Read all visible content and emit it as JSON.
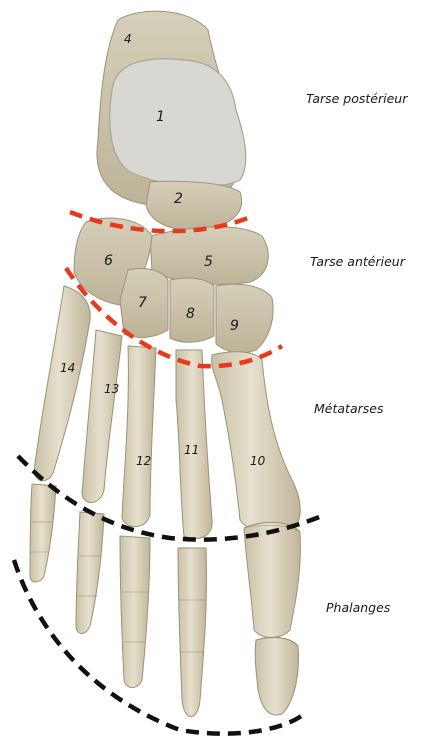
{
  "regions": {
    "tarse_posterieur": "Tarse postérieur",
    "tarse_anterieur": "Tarse antérieur",
    "metatarses": "Métatarses",
    "phalanges": "Phalanges"
  },
  "bones": {
    "b1": "1",
    "b2": "2",
    "b4": "4",
    "b5": "5",
    "b6": "6",
    "b7": "7",
    "b8": "8",
    "b9": "9",
    "b10": "10",
    "b11": "11",
    "b12": "12",
    "b13": "13",
    "b14": "14"
  },
  "colors": {
    "bone": "#ddd6c1",
    "bone_shade": "#b9b097",
    "talus_top": "#d8d6d2",
    "red_dash": "#e8391d",
    "black_dash": "#111111"
  }
}
